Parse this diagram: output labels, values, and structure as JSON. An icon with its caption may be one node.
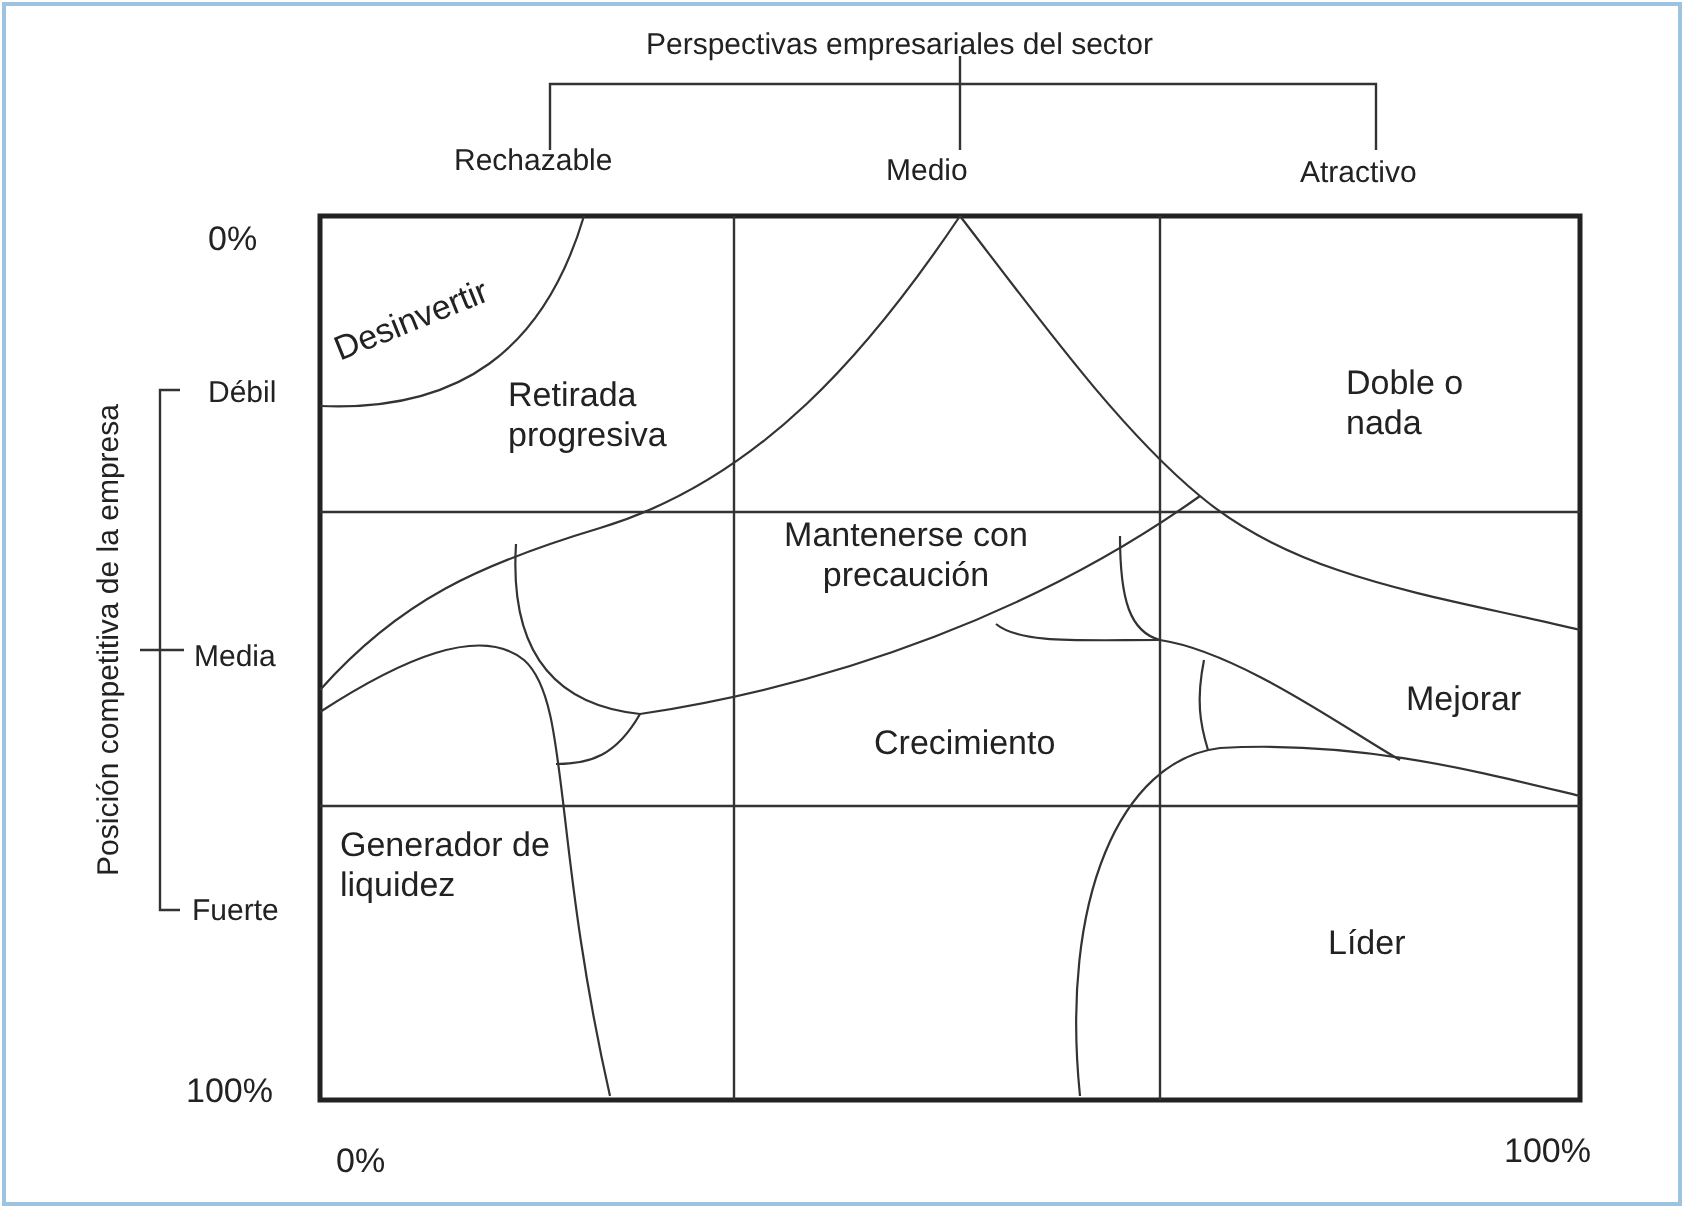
{
  "diagram": {
    "labels": [
      "Perspectivas empresariales del sector",
      "Rechazable",
      "Medio",
      "Atractivo",
      "0%",
      "Desinvertir",
      "Débil",
      "Retirada progresiva",
      "Doble o nada",
      "Posición competitiva de la empresa",
      "Mantenerse con precaución",
      "Media",
      "Mejorar",
      "Crecimiento",
      "Generador de liquidez",
      "Fuerte",
      "Líder",
      "100%",
      "0%",
      "100%"
    ]
  }
}
